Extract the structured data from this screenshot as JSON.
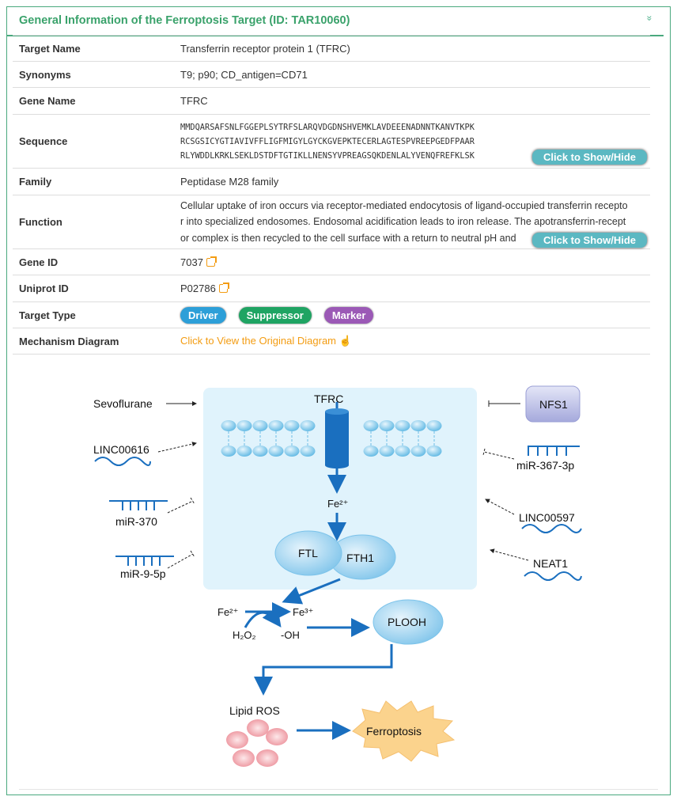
{
  "panel": {
    "title": "General Information of the Ferroptosis Target (ID: TAR10060)",
    "collapse_icon": "double-chevron-down-icon"
  },
  "rows": {
    "target_name": {
      "label": "Target Name",
      "value": "Transferrin receptor protein 1 (TFRC)"
    },
    "synonyms": {
      "label": "Synonyms",
      "value": "T9; p90; CD_antigen=CD71"
    },
    "gene_name": {
      "label": "Gene Name",
      "value": "TFRC"
    },
    "sequence": {
      "label": "Sequence",
      "lines": [
        "MMDQARSAFSNLFGGEPLSYTRFSLARQVDGDNSHVEMKLAVDEEENADNNTKANVTKPK",
        "RCSGSICYGTIAVIVFFLIGFMIGYLGYCKGVEPKTECERLAGTESPVREEPGEDFPAAR",
        "RLYWDDLKRKLSEKLDSTDFTGTIKLLNENSYVPREAGSQKDENLALYVENQFREFKLSK"
      ],
      "toggle_label": "Click to Show/Hide"
    },
    "family": {
      "label": "Family",
      "value": "Peptidase M28 family"
    },
    "function": {
      "label": "Function",
      "lines": [
        "Cellular uptake of iron occurs via receptor-mediated endocytosis of ligand-occupied transferrin recepto",
        "r into specialized endosomes. Endosomal acidification leads to iron release. The apotransferrin-recept",
        "or complex is then recycled to the cell surface with a return to neutral pH and"
      ],
      "toggle_label": "Click to Show/Hide"
    },
    "gene_id": {
      "label": "Gene ID",
      "value": "7037",
      "icon": "external-link-icon"
    },
    "uniprot_id": {
      "label": "Uniprot ID",
      "value": "P02786",
      "icon": "external-link-icon"
    },
    "target_type": {
      "label": "Target Type",
      "badges": [
        {
          "label": "Driver",
          "color": "#2d9fd8"
        },
        {
          "label": "Suppressor",
          "color": "#1fa463"
        },
        {
          "label": "Marker",
          "color": "#9b59b6"
        }
      ]
    },
    "mechanism": {
      "label": "Mechanism Diagram",
      "link_text": "Click to View the Original Diagram",
      "icon": "hand-pointer-icon"
    }
  },
  "diagram": {
    "center_target": "TFRC",
    "left_regulators": [
      "Sevoflurane",
      "LINC00616",
      "miR-370",
      "miR-9-5p"
    ],
    "right_regulators": [
      "NFS1",
      "miR-367-3p",
      "LINC00597",
      "NEAT1"
    ],
    "iron_ion": "Fe²⁺",
    "storage_proteins": [
      "FTL",
      "FTH1"
    ],
    "fenton": {
      "fe2": "Fe²⁺",
      "fe3": "Fe³⁺",
      "h2o2": "H₂O₂",
      "oh": "-OH"
    },
    "plooh": "PLOOH",
    "lipid_ros": "Lipid ROS",
    "outcome": "Ferroptosis",
    "colors": {
      "accent": "#1a6fbf",
      "cell_bg": "#e0f3fc",
      "ros": "#f0a0a8",
      "outcome": "#fbd38d"
    }
  },
  "colors": {
    "brand_green": "#3aa26b",
    "link_orange": "#f39c12",
    "toggle_teal": "#5bb8c2"
  }
}
